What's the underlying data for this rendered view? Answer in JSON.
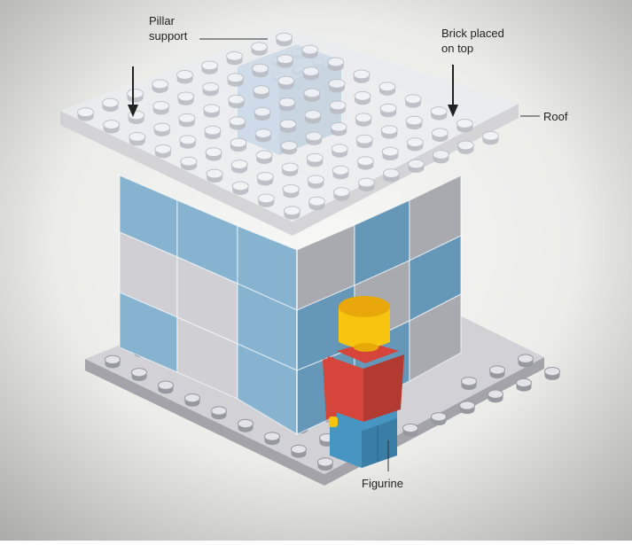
{
  "labels": {
    "pillar_line1": "Pillar",
    "pillar_line2": "support",
    "brick_line1": "Brick placed",
    "brick_line2": "on top",
    "roof": "Roof",
    "figurine": "Figurine"
  },
  "colors": {
    "background_center": "#f7f7f5",
    "background_edge": "#a9a9a5",
    "baseplate_top": "#d2d2d6",
    "baseplate_side": "#a3a3a9",
    "stud_fill": "#e4e4e8",
    "stud_stroke": "#9898a0",
    "brick_blue": "#86b3d0",
    "brick_blue_dark": "#6597b8",
    "brick_gray": "#cfcfd4",
    "brick_gray_dark": "#a9a9b0",
    "roof_fill": "#e9ebf0",
    "pillar_blue": "#7aaed0",
    "figure_head": "#f7c510",
    "figure_head_dark": "#e8a80a",
    "figure_torso": "#d5453a",
    "figure_torso_dark": "#b33a31",
    "figure_legs": "#4796c2",
    "figure_legs_dark": "#3a7ea6",
    "leader_line": "#333333"
  }
}
